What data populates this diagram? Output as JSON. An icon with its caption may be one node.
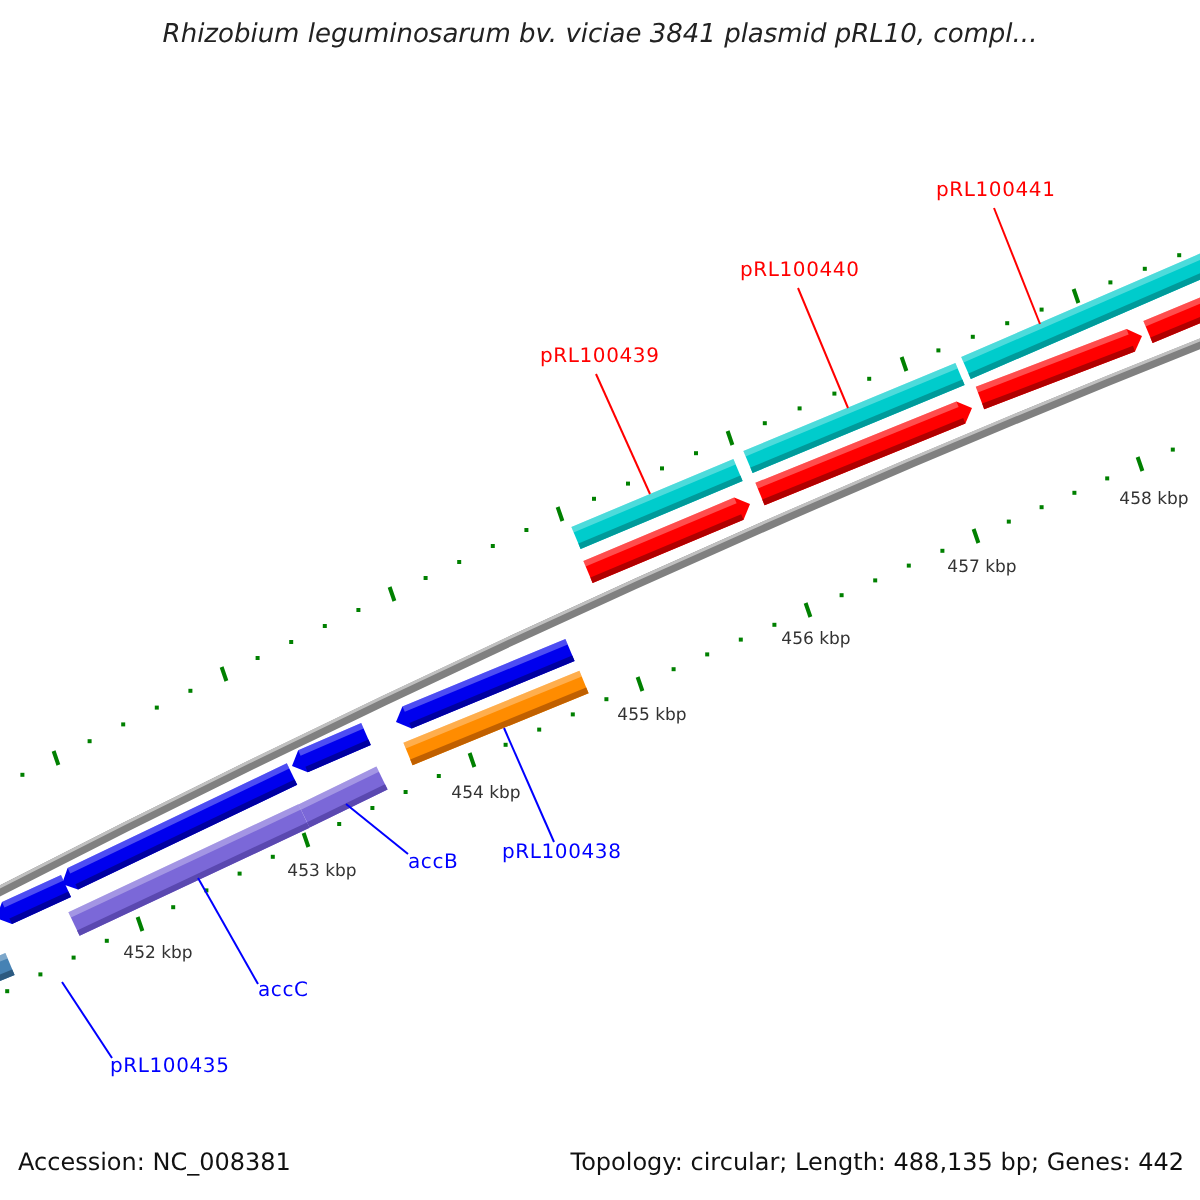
{
  "diagram": {
    "title": "Rhizobium leguminosarum bv. viciae 3841 plasmid pRL10, compl...",
    "nodes": [
      {
        "text": [
          "pRL100441"
        ]
      },
      {
        "text": [
          "pRL100440"
        ]
      },
      {
        "text": [
          "pRL100439"
        ]
      },
      {
        "text": [],
        "shape": "bar"
      },
      {
        "text": [],
        "shape": "bar"
      },
      {
        "text": [],
        "shape": "bar"
      },
      {
        "text": [],
        "shape": "arrow"
      },
      {
        "text": [],
        "shape": "arrow"
      },
      {
        "text": [],
        "shape": "arrow"
      },
      {
        "text": [],
        "shape": "arrow"
      },
      {
        "text": [],
        "shape": "arrow"
      },
      {
        "text": [],
        "shape": "bar"
      },
      {
        "text": [],
        "shape": "arrow"
      },
      {
        "text": [],
        "shape": "bar"
      },
      {
        "text": [],
        "shape": "arrow"
      },
      {
        "text": [],
        "shape": "bar"
      },
      {
        "text": [],
        "shape": "arrow"
      },
      {
        "text": [],
        "shape": "bar"
      },
      {
        "text": [
          "pRL100438"
        ]
      },
      {
        "text": [
          "accB"
        ]
      },
      {
        "text": [
          "accC"
        ]
      },
      {
        "text": [
          "pRL100435"
        ]
      }
    ],
    "edges": [
      {
        "from": 0,
        "to": 3,
        "arrow": "none",
        "color": "#ff0000"
      },
      {
        "from": 1,
        "to": 4,
        "arrow": "none",
        "color": "#ff0000"
      },
      {
        "from": 2,
        "to": 5,
        "arrow": "none",
        "color": "#ff0000"
      },
      {
        "from": 18,
        "to": 11,
        "arrow": "none"
      },
      {
        "from": 19,
        "to": 13,
        "arrow": "none"
      },
      {
        "from": 20,
        "to": 15,
        "arrow": "none"
      },
      {
        "from": 21,
        "to": null,
        "arrow": "none"
      }
    ],
    "labels": [
      "458 kbp",
      "457 kbp",
      "456 kbp",
      "455 kbp",
      "454 kbp",
      "453 kbp",
      "452 kbp",
      "Accession: NC_008381",
      "Topology: circular; Length: 488,135 bp; Genes: 442"
    ]
  }
}
